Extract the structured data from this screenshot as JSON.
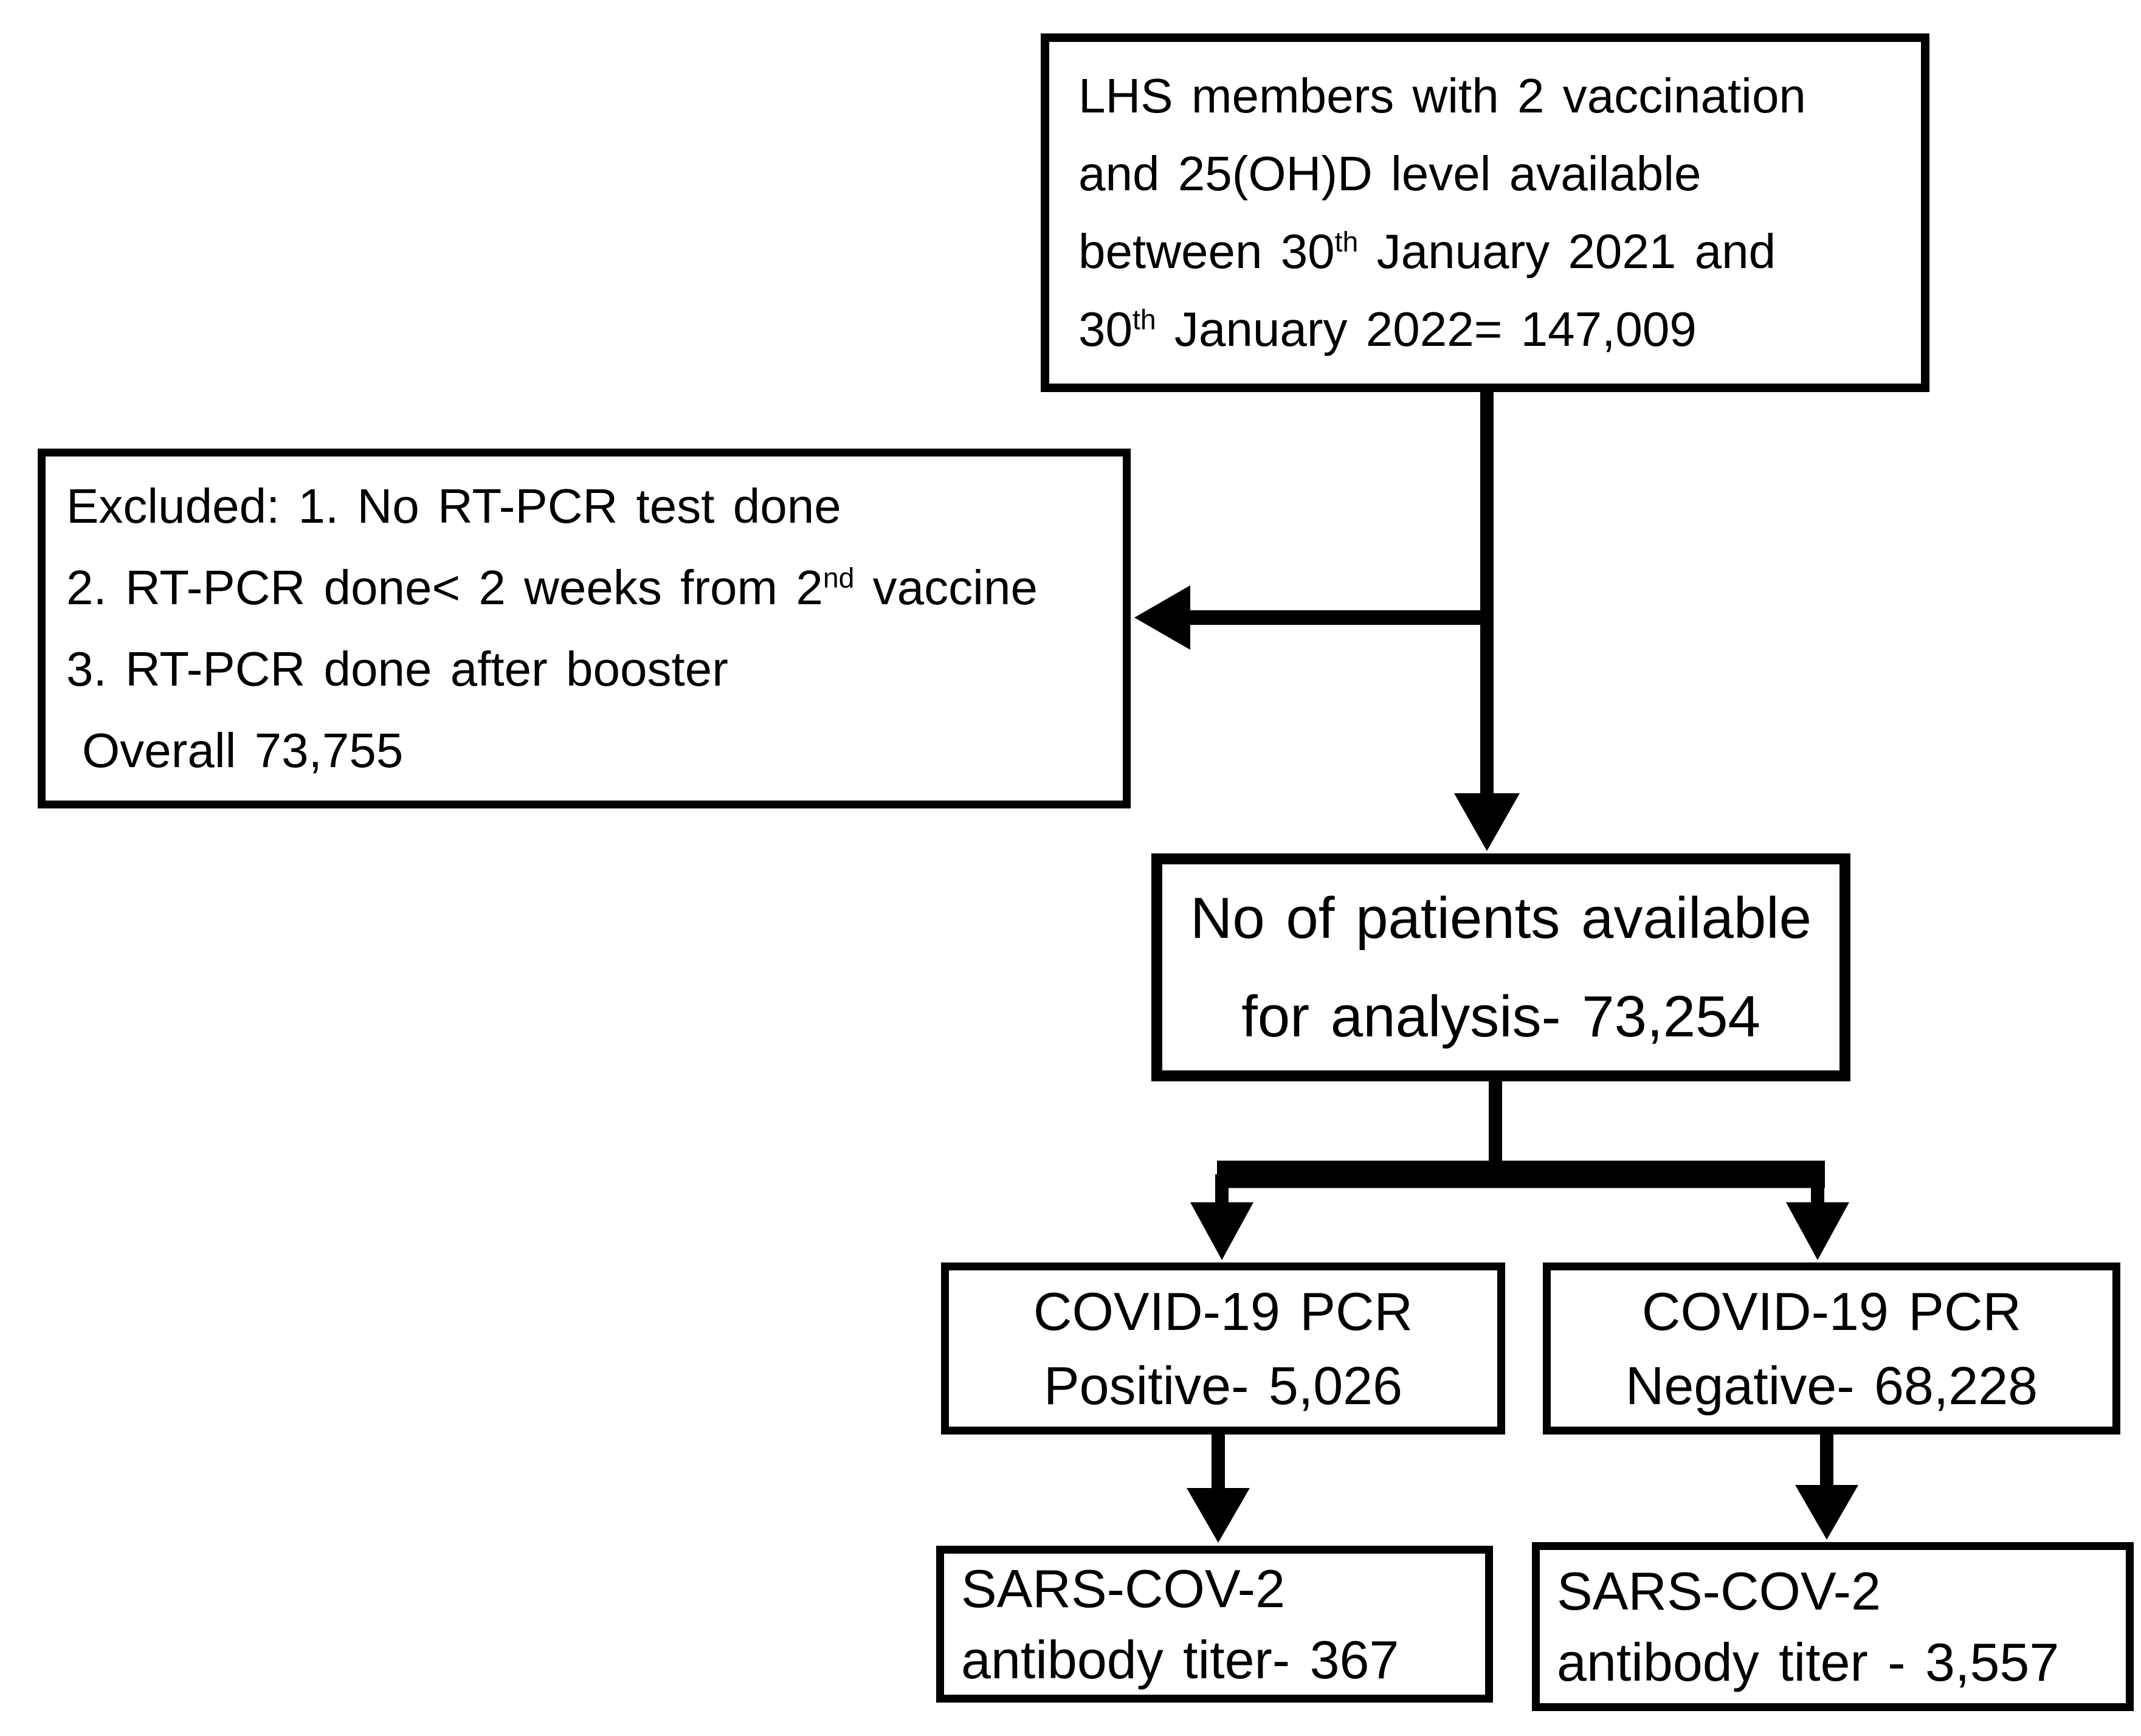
{
  "colors": {
    "background": "#ffffff",
    "ink": "#000000"
  },
  "top_box": {
    "line1": "LHS members with 2 vaccination",
    "line2": "and 25(OH)D level available",
    "line3_pre": "between 30",
    "line3_sup": "th",
    "line3_post": " January 2021 and",
    "line4_pre": "30",
    "line4_sup": "th",
    "line4_post": " January 2022= 147,009"
  },
  "excluded_box": {
    "line1": "Excluded: 1. No RT-PCR test done",
    "line2_pre": "2. RT-PCR done< 2 weeks from 2",
    "line2_sup": "nd",
    "line2_post": " vaccine",
    "line3": "3. RT-PCR done after booster",
    "line4": "Overall 73,755"
  },
  "analysis_box": {
    "line1": "No of patients available",
    "line2": "for analysis- 73,254"
  },
  "pcr_positive_box": {
    "line1": "COVID-19 PCR",
    "line2": "Positive- 5,026"
  },
  "pcr_negative_box": {
    "line1": "COVID-19 PCR",
    "line2": "Negative- 68,228"
  },
  "antibody_positive_box": {
    "line1": "SARS-COV-2",
    "line2": "antibody titer- 367"
  },
  "antibody_negative_box": {
    "line1": "SARS-COV-2",
    "line2": "antibody titer - 3,557"
  }
}
